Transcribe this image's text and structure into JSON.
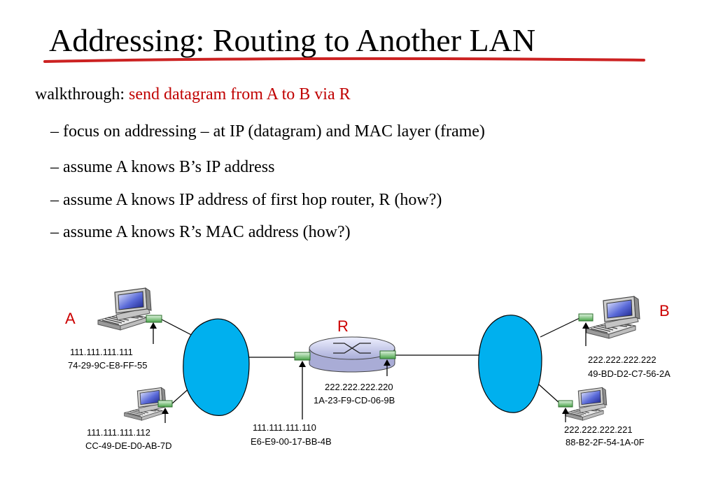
{
  "slide": {
    "title": "Addressing: Routing to Another LAN",
    "walkthrough": {
      "prefix": "walkthrough: ",
      "highlight": "send datagram from A to B via R"
    },
    "bullets": [
      {
        "dash": "–",
        "text": "focus on addressing – at IP (datagram) and MAC layer (frame)"
      },
      {
        "dash": "–",
        "text": "assume A knows B’s IP address"
      },
      {
        "dash": "–",
        "text": "assume A knows IP address of first hop router, R (how?)"
      },
      {
        "dash": "–",
        "text": "assume A knows R’s MAC address (how?)"
      }
    ]
  },
  "diagram": {
    "node_labels": {
      "a": "A",
      "r": "R",
      "b": "B"
    },
    "hosts": [
      {
        "id": "host-a",
        "ip": "111.111.111.111",
        "mac": "74-29-9C-E8-FF-55"
      },
      {
        "id": "host-a2",
        "ip": "111.111.111.112",
        "mac": "CC-49-DE-D0-AB-7D"
      },
      {
        "id": "host-b",
        "ip": "222.222.222.222",
        "mac": "49-BD-D2-C7-56-2A"
      },
      {
        "id": "host-b2",
        "ip": "222.222.222.221",
        "mac": "88-B2-2F-54-1A-0F"
      }
    ],
    "router_interfaces": [
      {
        "side": "left",
        "ip": "111.111.111.110",
        "mac": "E6-E9-00-17-BB-4B"
      },
      {
        "side": "right",
        "ip": "222.222.222.220",
        "mac": "1A-23-F9-CD-06-9B"
      }
    ]
  },
  "colors": {
    "title_underline": "#cc2222",
    "highlight_text": "#c00000",
    "network_cloud": "#00b0ee",
    "interface_card": "#3c9a3c",
    "node_label": "#cc0000"
  }
}
